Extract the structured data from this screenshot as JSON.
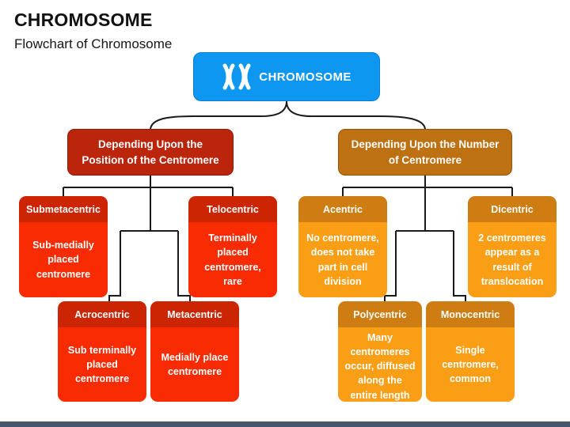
{
  "page": {
    "title": "CHROMOSOME",
    "subtitle": "Flowchart of Chromosome"
  },
  "root": {
    "label": "CHROMOSOME",
    "icon": "chromosome-icon",
    "color": "#0D97F1"
  },
  "branches": [
    {
      "label": "Depending Upon the Position of the Centromere",
      "header_color": "#BB250C",
      "child_title_color": "#CC2504",
      "child_body_color": "#F92B03",
      "children": [
        {
          "title": "Submetacentric",
          "desc": "Sub-medially placed centromere"
        },
        {
          "title": "Telocentric",
          "desc": "Terminally placed centromere, rare"
        },
        {
          "title": "Acrocentric",
          "desc": "Sub terminally placed centromere"
        },
        {
          "title": "Metacentric",
          "desc": "Medially place centromere"
        }
      ]
    },
    {
      "label": "Depending Upon the Number of Centromere",
      "header_color": "#BD7113",
      "child_title_color": "#CE7D12",
      "child_body_color": "#F99E15",
      "children": [
        {
          "title": "Acentric",
          "desc": "No centromere, does not take part in cell division"
        },
        {
          "title": "Dicentric",
          "desc": "2 centromeres appear as a result of translocation"
        },
        {
          "title": "Polycentric",
          "desc": "Many centromeres occur, diffused along the entire length"
        },
        {
          "title": "Monocentric",
          "desc": "Single centromere, common"
        }
      ]
    }
  ],
  "colors": {
    "connector": "#1a1a1a",
    "bottom_bar": "#47566B"
  }
}
